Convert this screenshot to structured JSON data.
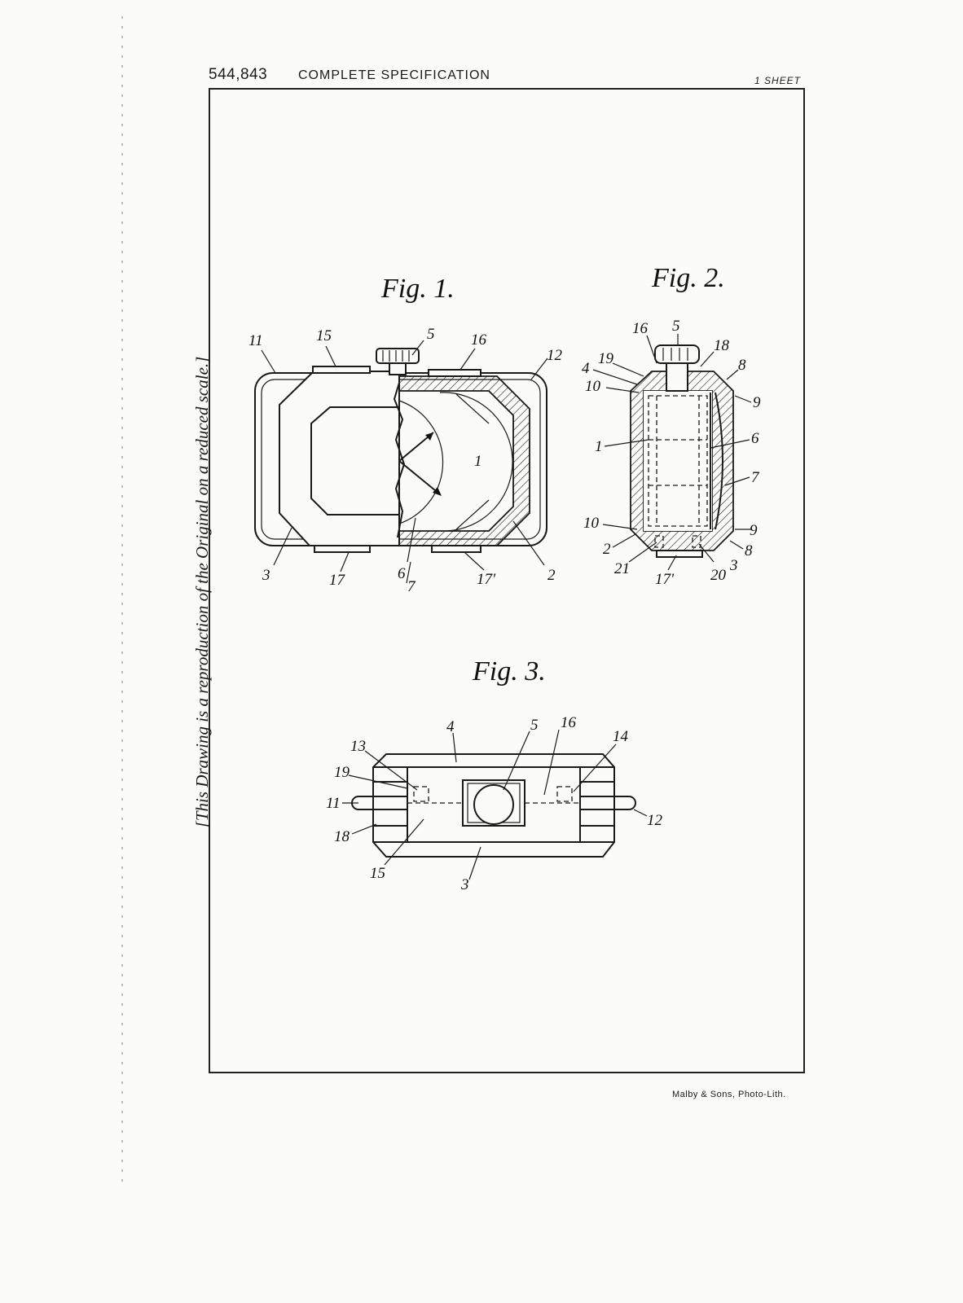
{
  "header": {
    "patent_number": "544,843",
    "title": "COMPLETE SPECIFICATION",
    "sheet": "1 SHEET"
  },
  "side_note": "[This Drawing is a reproduction of the Original on a reduced scale.]",
  "footer": {
    "lithographer": "Malby & Sons, Photo-Lith."
  },
  "figures": {
    "fig1": {
      "title": "Fig. 1.",
      "labels": {
        "l11": "11",
        "l15": "15",
        "l5": "5",
        "l16": "16",
        "l12": "12",
        "l1": "1",
        "l3": "3",
        "l17": "17",
        "l67a": "6",
        "l67b": "7",
        "l17p": "17'",
        "l2": "2"
      }
    },
    "fig2": {
      "title": "Fig. 2.",
      "labels": {
        "l16": "16",
        "l5": "5",
        "l18": "18",
        "l8a": "8",
        "l19": "19",
        "l4": "4",
        "l10a": "10",
        "l9a": "9",
        "l1": "1",
        "l6": "6",
        "l7": "7",
        "l10b": "10",
        "l9b": "9",
        "l2": "2",
        "l8b": "8",
        "l3": "3",
        "l21": "21",
        "l17p": "17'",
        "l20": "20"
      }
    },
    "fig3": {
      "title": "Fig. 3.",
      "labels": {
        "l4": "4",
        "l5": "5",
        "l16": "16",
        "l14": "14",
        "l13": "13",
        "l19": "19",
        "l11": "11",
        "l12": "12",
        "l18": "18",
        "l15": "15",
        "l3": "3"
      }
    }
  }
}
